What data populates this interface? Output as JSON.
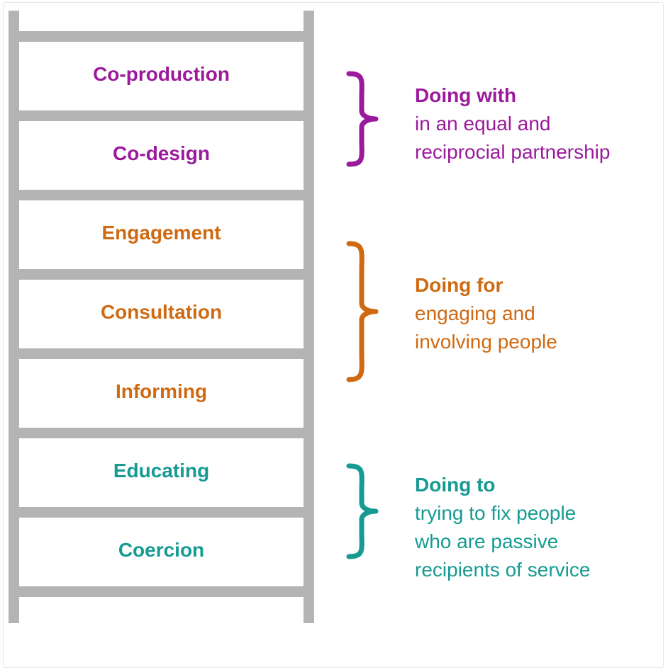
{
  "ladder": {
    "rungs": [
      {
        "label": "Co-production",
        "group": "with"
      },
      {
        "label": "Co-design",
        "group": "with"
      },
      {
        "label": "Engagement",
        "group": "for"
      },
      {
        "label": "Consultation",
        "group": "for"
      },
      {
        "label": "Informing",
        "group": "for"
      },
      {
        "label": "Educating",
        "group": "to"
      },
      {
        "label": "Coercion",
        "group": "to"
      }
    ]
  },
  "groups": {
    "with": {
      "title": "Doing with",
      "description": [
        "in an equal and",
        "reciprocial partnership"
      ],
      "color": "#9b1a9b"
    },
    "for": {
      "title": "Doing for",
      "description": [
        "engaging and",
        "involving people"
      ],
      "color": "#cf6a12"
    },
    "to": {
      "title": "Doing to",
      "description": [
        "trying to fix people",
        "who are passive",
        "recipients of service"
      ],
      "color": "#169a92"
    }
  },
  "colors": {
    "ladder": "#b4b4b4"
  }
}
